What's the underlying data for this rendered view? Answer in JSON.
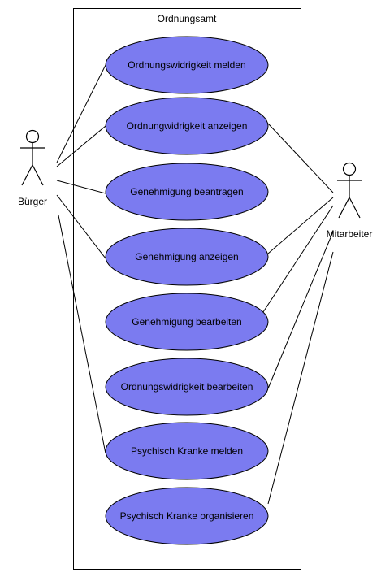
{
  "system": {
    "title": "Ordnungsamt"
  },
  "actors": [
    {
      "id": "buerger",
      "label": "Bürger"
    },
    {
      "id": "mitarbeiter",
      "label": "Mitarbeiter"
    }
  ],
  "use_cases": [
    {
      "id": "uc1",
      "label": "Ordnungswidrigkeit melden"
    },
    {
      "id": "uc2",
      "label": "Ordnungwidrigkeit anzeigen"
    },
    {
      "id": "uc3",
      "label": "Genehmigung beantragen"
    },
    {
      "id": "uc4",
      "label": "Genehmigung anzeigen"
    },
    {
      "id": "uc5",
      "label": "Genehmigung bearbeiten"
    },
    {
      "id": "uc6",
      "label": "Ordnungswidrigkeit bearbeiten"
    },
    {
      "id": "uc7",
      "label": "Psychisch Kranke melden"
    },
    {
      "id": "uc8",
      "label": "Psychisch Kranke organisieren"
    }
  ],
  "associations": [
    {
      "actor": "buerger",
      "use_case": "uc1"
    },
    {
      "actor": "buerger",
      "use_case": "uc2"
    },
    {
      "actor": "buerger",
      "use_case": "uc3"
    },
    {
      "actor": "buerger",
      "use_case": "uc4"
    },
    {
      "actor": "buerger",
      "use_case": "uc7"
    },
    {
      "actor": "mitarbeiter",
      "use_case": "uc2"
    },
    {
      "actor": "mitarbeiter",
      "use_case": "uc4"
    },
    {
      "actor": "mitarbeiter",
      "use_case": "uc5"
    },
    {
      "actor": "mitarbeiter",
      "use_case": "uc6"
    },
    {
      "actor": "mitarbeiter",
      "use_case": "uc8"
    }
  ],
  "colors": {
    "use_case_fill": "#7b7bf0",
    "line": "#000000",
    "background": "#ffffff"
  }
}
